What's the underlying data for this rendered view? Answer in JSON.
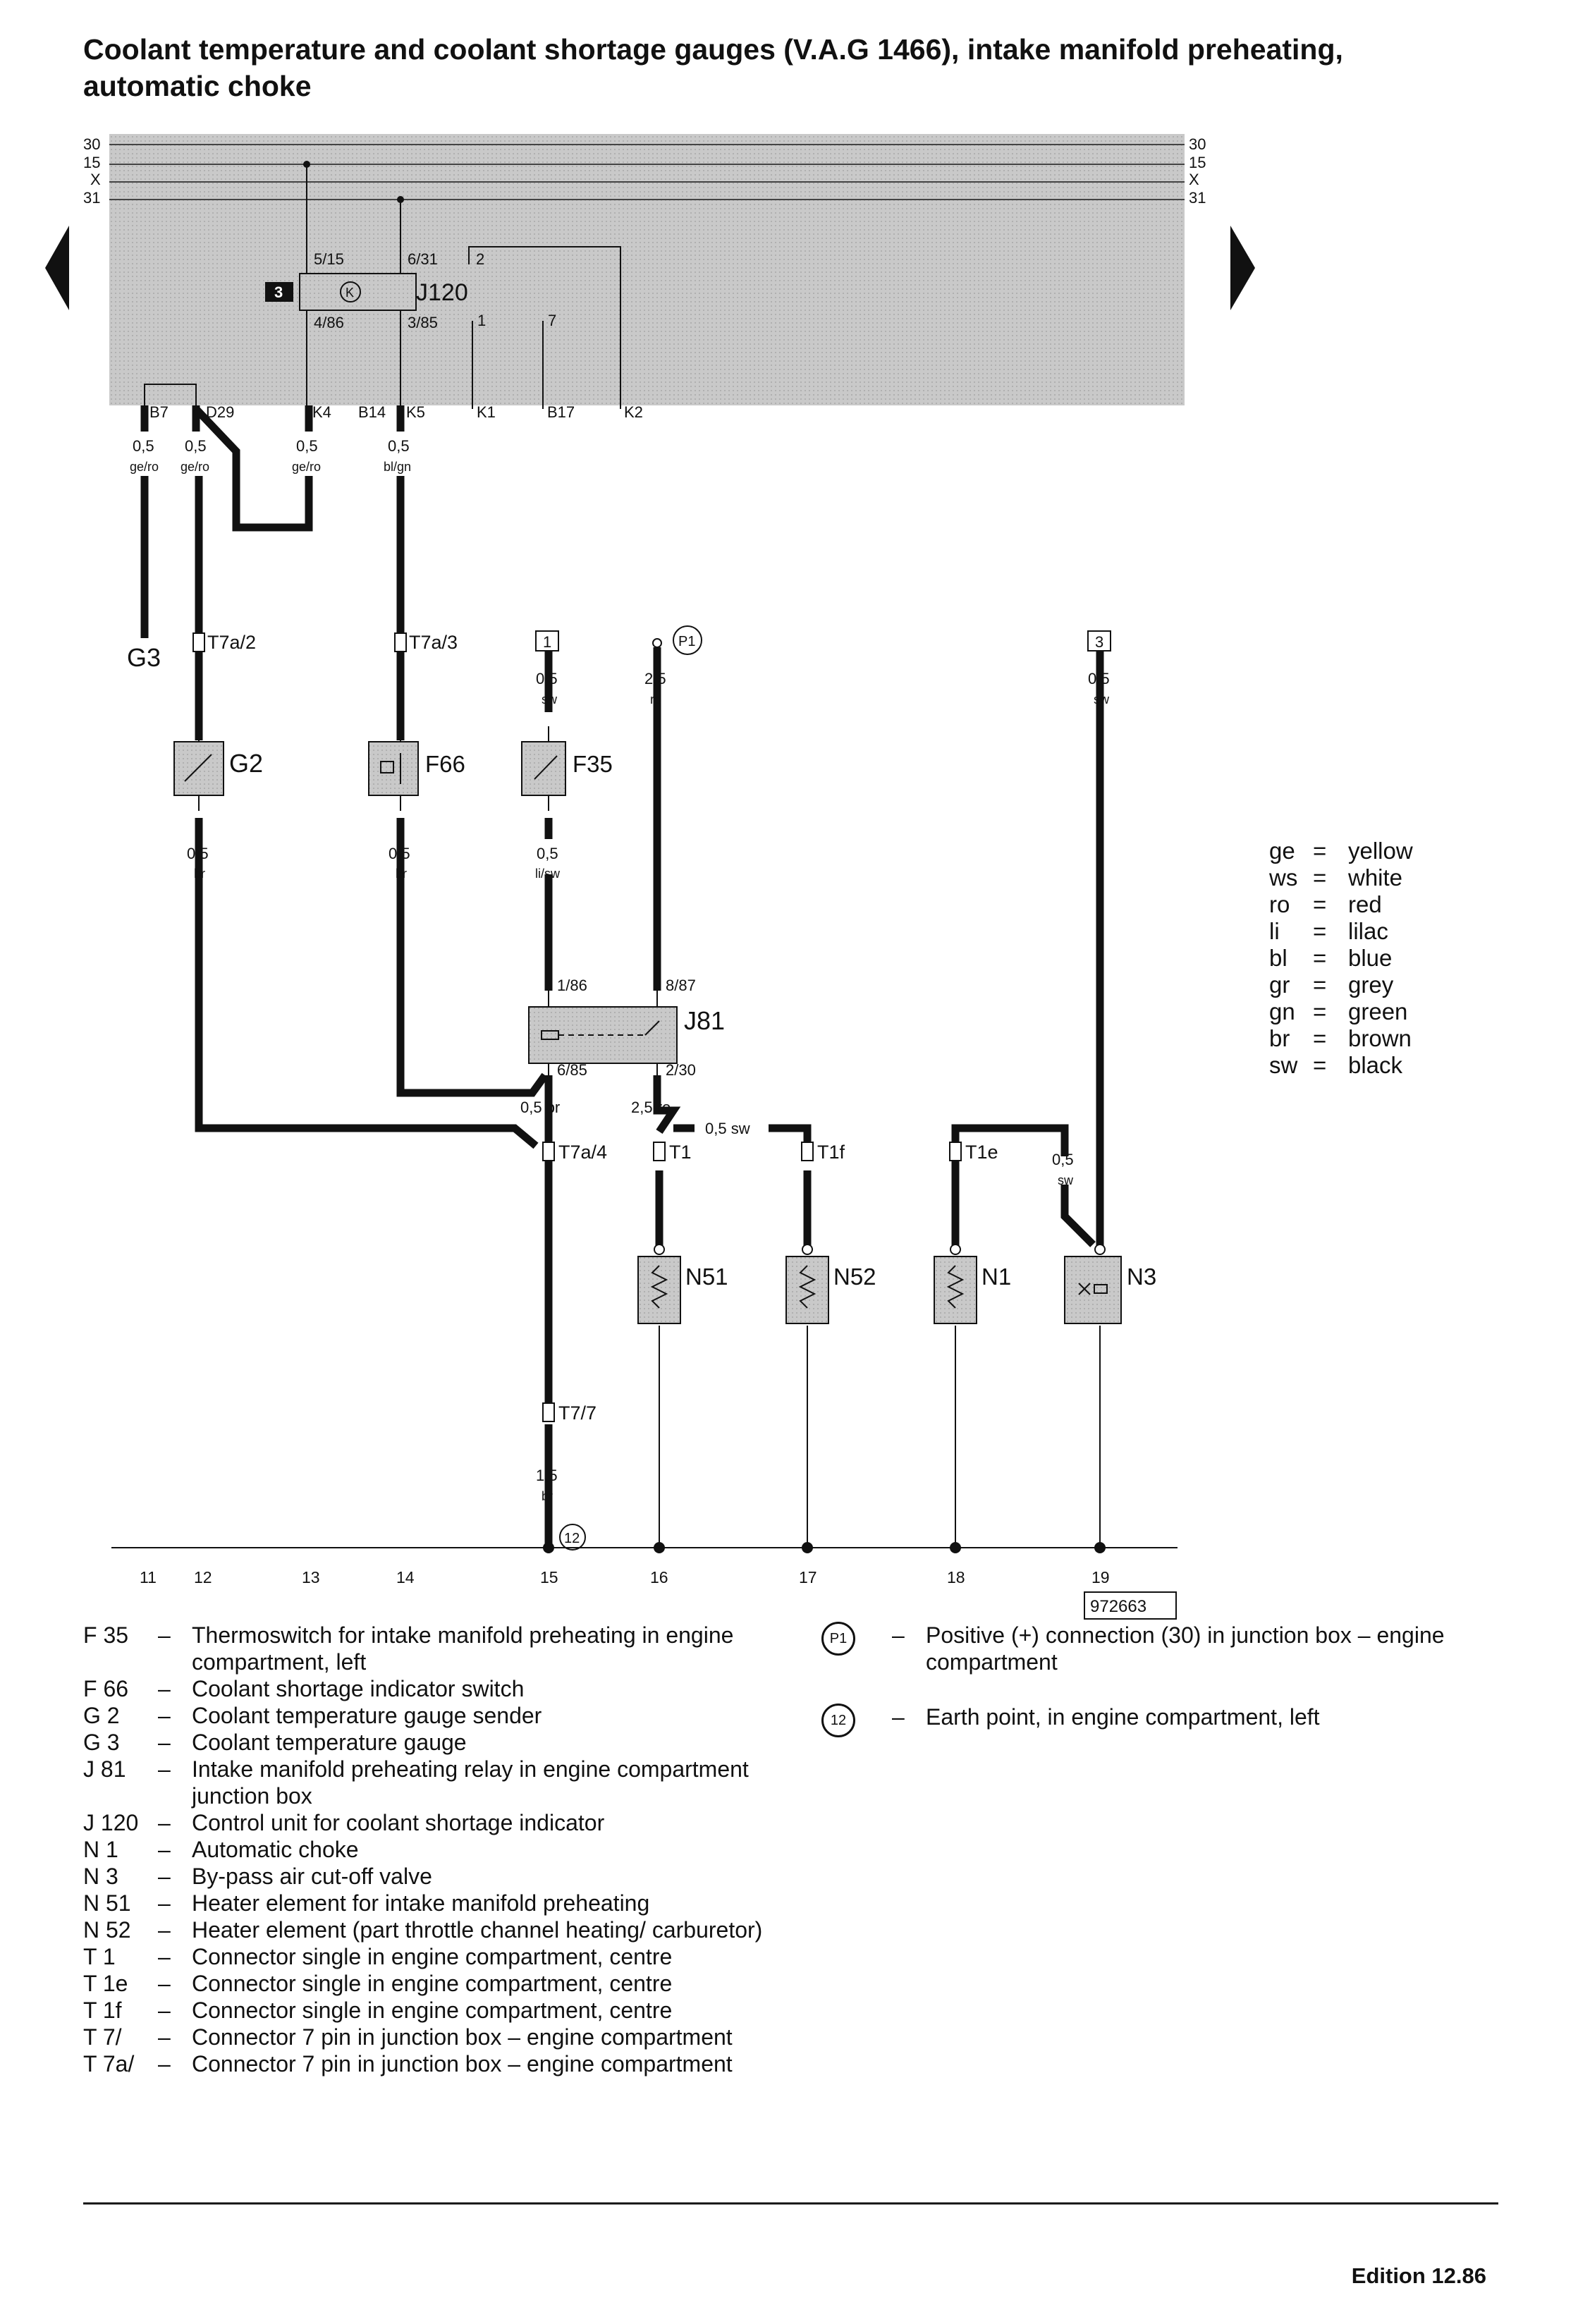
{
  "title": "Coolant temperature and coolant shortage gauges (V.A.G 1466), intake manifold preheating, automatic choke",
  "rails_left": [
    "30",
    "15",
    "X",
    "31"
  ],
  "rails_right": [
    "30",
    "15",
    "X",
    "31"
  ],
  "relay_box": {
    "badge": "3",
    "component": "J120",
    "pin_tl": "5/15",
    "pin_tr": "6/31",
    "pin_bl": "4/86",
    "pin_br": "3/85",
    "pin_2": "2",
    "pin_1": "1",
    "pin_7": "7"
  },
  "box_terminals": [
    "B7",
    "D29",
    "K4",
    "B14",
    "K5",
    "K1",
    "B17",
    "K2"
  ],
  "wires": {
    "w1": {
      "size": "0,5",
      "color": "ge/ro"
    },
    "w2": {
      "size": "0,5",
      "color": "ge/ro"
    },
    "w3": {
      "size": "0,5",
      "color": "ge/ro"
    },
    "w4": {
      "size": "0,5",
      "color": "bl/gn"
    },
    "g2_out": {
      "size": "0,5",
      "color": "br"
    },
    "f66_out": {
      "size": "0,5",
      "color": "br"
    },
    "f35_in": {
      "size": "0,5",
      "color": "sw"
    },
    "f35_out": {
      "size": "0,5",
      "color": "li/sw"
    },
    "p1_in": {
      "size": "2,5",
      "color": "ro"
    },
    "n3_in": {
      "size": "0,5",
      "color": "sw"
    },
    "j81_out": "0,5  br",
    "j81_out2": "2,5  ro",
    "t1f": "0,5  sw",
    "n3_b": {
      "size": "0,5",
      "color": "sw"
    },
    "earth": {
      "size": "1,5",
      "color": "br"
    }
  },
  "connectors": {
    "t7a2": "T7a/2",
    "t7a3": "T7a/3",
    "t7a4": "T7a/4",
    "t1": "T1",
    "t1f": "T1f",
    "t1e": "T1e",
    "t77": "T7/7"
  },
  "components": {
    "g3": "G3",
    "g2": "G2",
    "f66": "F66",
    "f35": "F35",
    "j81": "J81",
    "n51": "N51",
    "n52": "N52",
    "n1": "N1",
    "n3": "N3"
  },
  "j81_pins": {
    "p1": "1/86",
    "p8": "8/87",
    "p6": "6/85",
    "p2": "2/30"
  },
  "terminals": {
    "b1": "1",
    "p1": "P1",
    "b3": "3",
    "earth": "12"
  },
  "tracks": [
    "11",
    "12",
    "13",
    "14",
    "15",
    "16",
    "17",
    "18",
    "19"
  ],
  "figure_no": "972663",
  "color_codes": [
    {
      "code": "ge",
      "name": "yellow"
    },
    {
      "code": "ws",
      "name": "white"
    },
    {
      "code": "ro",
      "name": "red"
    },
    {
      "code": "li",
      "name": "lilac"
    },
    {
      "code": "bl",
      "name": "blue"
    },
    {
      "code": "gr",
      "name": "grey"
    },
    {
      "code": "gn",
      "name": "green"
    },
    {
      "code": "br",
      "name": "brown"
    },
    {
      "code": "sw",
      "name": "black"
    }
  ],
  "legend": [
    {
      "code": "F 35",
      "desc": "Thermoswitch for intake manifold preheating in engine compartment, left"
    },
    {
      "code": "F 66",
      "desc": "Coolant shortage indicator switch"
    },
    {
      "code": "G 2",
      "desc": "Coolant temperature gauge sender"
    },
    {
      "code": "G 3",
      "desc": "Coolant temperature gauge"
    },
    {
      "code": "J 81",
      "desc": "Intake manifold preheating relay in engine compartment junction box"
    },
    {
      "code": "J 120",
      "desc": "Control unit for coolant shortage indicator"
    },
    {
      "code": "N 1",
      "desc": "Automatic choke"
    },
    {
      "code": "N 3",
      "desc": "By-pass air cut-off valve"
    },
    {
      "code": "N 51",
      "desc": "Heater element for intake manifold preheating"
    },
    {
      "code": "N 52",
      "desc": "Heater element (part throttle channel heating/ carburetor)"
    },
    {
      "code": "T 1",
      "desc": "Connector single in engine compartment, centre"
    },
    {
      "code": "T 1e",
      "desc": "Connector single in engine compartment, centre"
    },
    {
      "code": "T 1f",
      "desc": "Connector single in engine compartment, centre"
    },
    {
      "code": "T 7/",
      "desc": "Connector 7 pin in junction box – engine compartment"
    },
    {
      "code": "T 7a/",
      "desc": "Connector 7 pin in junction box – engine compartment"
    }
  ],
  "legend_right": [
    {
      "symbol": "P1",
      "desc": "Positive (+) connection (30) in junction box – engine compartment"
    },
    {
      "symbol": "12",
      "desc": "Earth point, in engine compartment, left"
    }
  ],
  "edition": "Edition 12.86"
}
